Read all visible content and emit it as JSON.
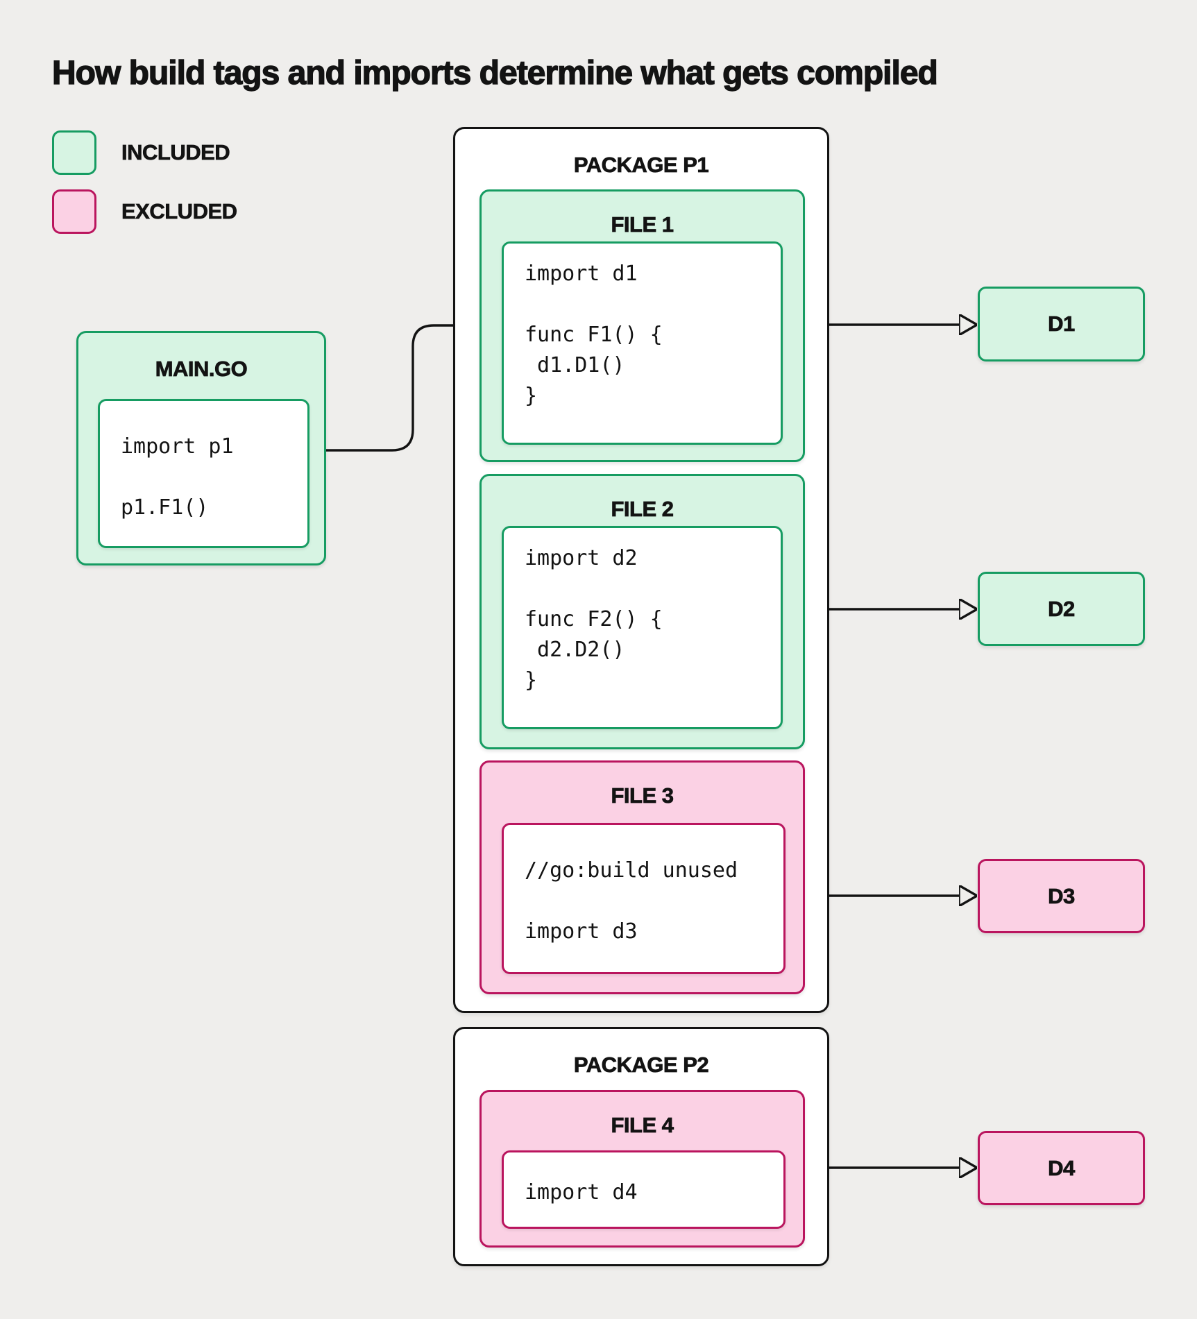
{
  "title": "How build tags and imports determine what gets compiled",
  "legend": {
    "included": "INCLUDED",
    "excluded": "EXCLUDED"
  },
  "colors": {
    "background": "#efeeec",
    "included_fill": "#d7f4e3",
    "included_border": "#169c62",
    "excluded_fill": "#fbd1e4",
    "excluded_border": "#ba155e",
    "line": "#131313"
  },
  "main_go": {
    "title": "MAIN.GO",
    "code": "import p1\n\np1.F1()",
    "status": "included"
  },
  "package_p1": {
    "title": "PACKAGE P1",
    "files": [
      {
        "title": "FILE 1",
        "code": "import d1\n\nfunc F1() {\n d1.D1()\n}",
        "status": "included"
      },
      {
        "title": "FILE 2",
        "code": "import d2\n\nfunc F2() {\n d2.D2()\n}",
        "status": "included"
      },
      {
        "title": "FILE 3",
        "code": "//go:build unused\n\nimport d3",
        "status": "excluded"
      }
    ]
  },
  "package_p2": {
    "title": "PACKAGE P2",
    "files": [
      {
        "title": "FILE 4",
        "code": "import d4",
        "status": "excluded"
      }
    ]
  },
  "dependencies": [
    {
      "label": "D1",
      "status": "included"
    },
    {
      "label": "D2",
      "status": "included"
    },
    {
      "label": "D3",
      "status": "excluded"
    },
    {
      "label": "D4",
      "status": "excluded"
    }
  ]
}
